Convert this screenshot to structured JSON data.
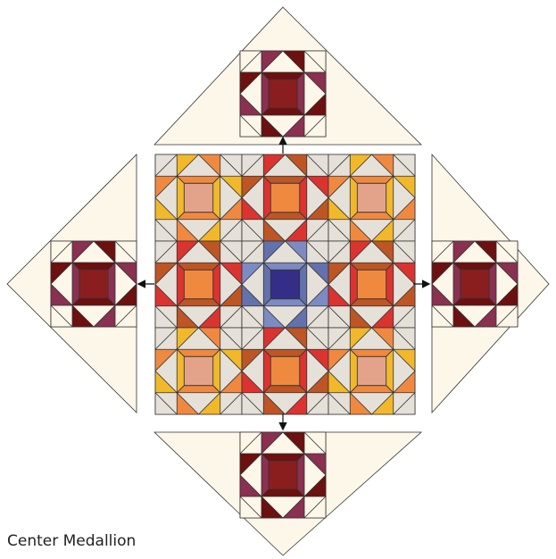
{
  "caption": "Center Medallion",
  "colors": {
    "background_triangle": "#fcf7e8",
    "light_grey": "#e5e1d8",
    "gold": "#f1b82c",
    "orange": "#f08940",
    "rust": "#bd5525",
    "red": "#db3330",
    "pink": "#e3a38a",
    "blue": "#6371ac",
    "blue_light": "#7d8bc3",
    "blue_dark": "#342e88",
    "maroon": "#8a1e1e",
    "maroon_dark": "#6c1010",
    "plum": "#8a3050",
    "outline": "#333333"
  },
  "diagram": {
    "center_grid": "3x3",
    "side_units": [
      "top",
      "left",
      "right",
      "bottom"
    ],
    "arrows": [
      "up",
      "left",
      "right",
      "down"
    ]
  }
}
